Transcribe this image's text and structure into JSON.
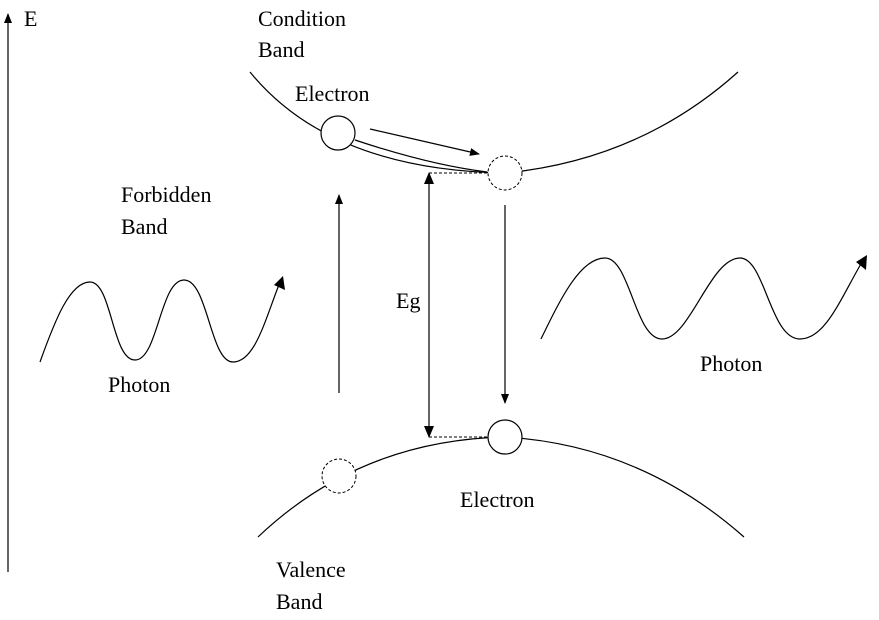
{
  "axis": {
    "label": "E"
  },
  "conduction_band": {
    "line1": "Condition",
    "line2": "Band"
  },
  "valence_band": {
    "line1": "Valence",
    "line2": "Band"
  },
  "forbidden_band": {
    "line1": "Forbidden",
    "line2": "Band"
  },
  "gap": {
    "label": "Eg"
  },
  "electron_top": {
    "label": "Electron"
  },
  "electron_bottom": {
    "label": "Electron"
  },
  "photon_left": {
    "label": "Photon"
  },
  "photon_right": {
    "label": "Photon"
  }
}
